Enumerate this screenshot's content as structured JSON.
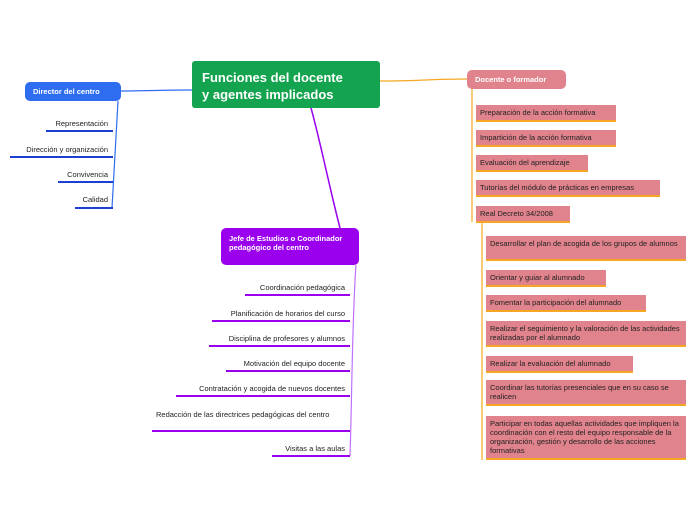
{
  "central": {
    "title_line1": "Funciones del docente",
    "title_line2": "y agentes implicados"
  },
  "director": {
    "label": "Director del centro",
    "items": [
      "Representación",
      "Dirección y organización",
      "Convivencia",
      "Calidad"
    ]
  },
  "jefe": {
    "label": "Jefe de Estudios o Coordinador pedagógico del centro",
    "items": [
      "Coordinación pedagógica",
      "Planificación de horarios del curso",
      "Disciplina de profesores y alumnos",
      "Motivación del equipo docente",
      "Contratación y acogida de nuevos docentes",
      "Redacción de las directrices pedagógicas del centro",
      "Visitas a las aulas"
    ]
  },
  "docente": {
    "label": "Docente o formador",
    "items": [
      "Preparación de la acción formativa",
      "Impartición de la acción formativa",
      "Evaluación del aprendizaje",
      "Tutorías del módulo de prácticas en empresas",
      "Real Decreto 34/2008"
    ],
    "decreto_items": [
      "Desarrollar el plan de acogida de los grupos de alumnos",
      "Orientar y guiar al alumnado",
      "Fomentar la participación del alumnado",
      "Realizar el seguimiento y la valoración de las actividades realizadas por el alumnado",
      "Realizar la evaluación del alumnado",
      "Coordinar las tutorías presenciales que en su caso se realicen",
      "Participar en todas aquellas actividades que impliquen la coordinación con el resto del equipo responsable de la organización, gestión y desarrollo de las acciones formativas"
    ]
  },
  "colors": {
    "central": "#14a44f",
    "director": "#2f6df0",
    "jefe": "#9b00ee",
    "docente": "#e0838c",
    "docente_line": "#f5a623"
  }
}
